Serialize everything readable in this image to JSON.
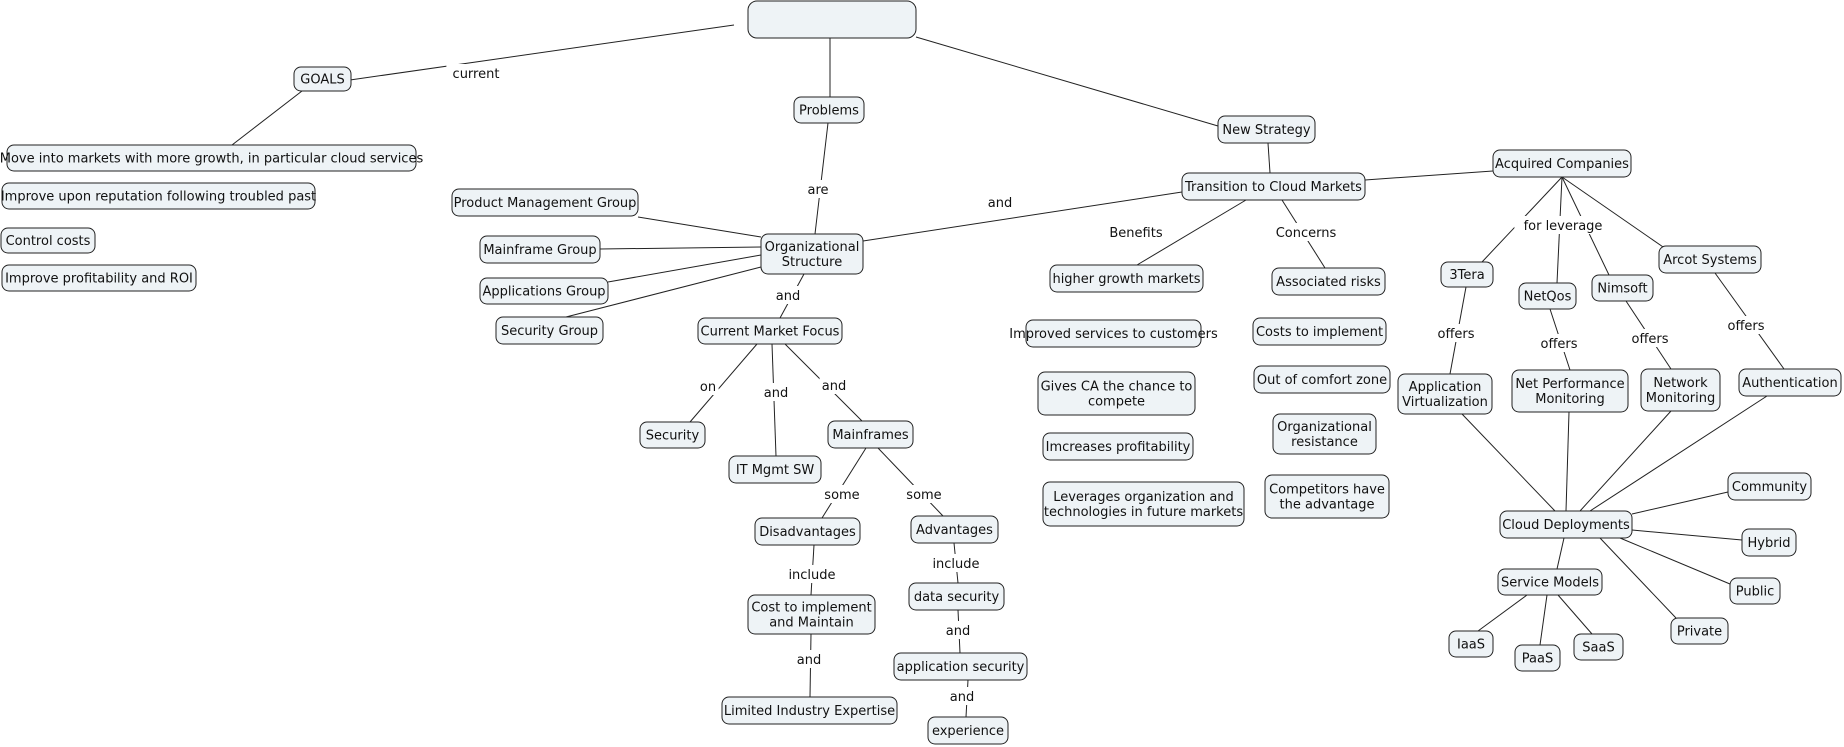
{
  "nodes": {
    "root": [
      ""
    ],
    "goals": [
      "GOALS"
    ],
    "goal_markets": [
      "Move into markets with more growth, in particular cloud services"
    ],
    "goal_reputation": [
      "Improve upon reputation following troubled past"
    ],
    "goal_costs": [
      "Control costs"
    ],
    "goal_profit": [
      "Improve profitability and ROI"
    ],
    "problems": [
      "Problems"
    ],
    "org_structure": [
      "Organizational",
      "Structure"
    ],
    "product_mgmt": [
      "Product Management Group"
    ],
    "mainframe_group": [
      "Mainframe Group"
    ],
    "apps_group": [
      "Applications Group"
    ],
    "security_group": [
      "Security Group"
    ],
    "market_focus": [
      "Current Market Focus"
    ],
    "security": [
      "Security"
    ],
    "it_mgmt": [
      "IT Mgmt SW"
    ],
    "mainframes": [
      "Mainframes"
    ],
    "disadvantages": [
      "Disadvantages"
    ],
    "advantages": [
      "Advantages"
    ],
    "cost_implement_maintain": [
      "Cost to implement",
      "and Maintain"
    ],
    "limited_expertise": [
      "Limited Industry Expertise"
    ],
    "data_security": [
      "data security"
    ],
    "app_security": [
      "application security"
    ],
    "experience": [
      "experience"
    ],
    "new_strategy": [
      "New Strategy"
    ],
    "transition": [
      "Transition to Cloud Markets"
    ],
    "higher_growth": [
      "higher growth markets"
    ],
    "improved_services": [
      "Improved services to customers"
    ],
    "gives_ca": [
      "Gives CA the chance to",
      "compete"
    ],
    "increases_profit": [
      "Imcreases profitability"
    ],
    "leverages": [
      "Leverages organization and",
      "technologies in future markets"
    ],
    "associated_risks": [
      "Associated risks"
    ],
    "costs_implement": [
      "Costs to implement"
    ],
    "comfort_zone": [
      "Out of comfort zone"
    ],
    "org_resistance": [
      "Organizational",
      "resistance"
    ],
    "competitors": [
      "Competitors have",
      "the advantage"
    ],
    "acquired": [
      "Acquired Companies"
    ],
    "threetera": [
      "3Tera"
    ],
    "netqos": [
      "NetQos"
    ],
    "nimsoft": [
      "Nimsoft"
    ],
    "arcot": [
      "Arcot Systems"
    ],
    "app_virt": [
      "Application",
      "Virtualization"
    ],
    "net_perf": [
      "Net Performance",
      "Monitoring"
    ],
    "net_mon": [
      "Network",
      "Monitoring"
    ],
    "authentication": [
      "Authentication"
    ],
    "cloud_deploy": [
      "Cloud Deployments"
    ],
    "service_models": [
      "Service Models"
    ],
    "iaas": [
      "IaaS"
    ],
    "paas": [
      "PaaS"
    ],
    "saas": [
      "SaaS"
    ],
    "community": [
      "Community"
    ],
    "hybrid": [
      "Hybrid"
    ],
    "public": [
      "Public"
    ],
    "private": [
      "Private"
    ]
  },
  "link_labels": {
    "current": "current",
    "are": "are",
    "and": "and",
    "on": "on",
    "some": "some",
    "include": "include",
    "benefits": "Benefits",
    "concerns": "Concerns",
    "for_leverage": "for leverage",
    "offers": "offers"
  }
}
